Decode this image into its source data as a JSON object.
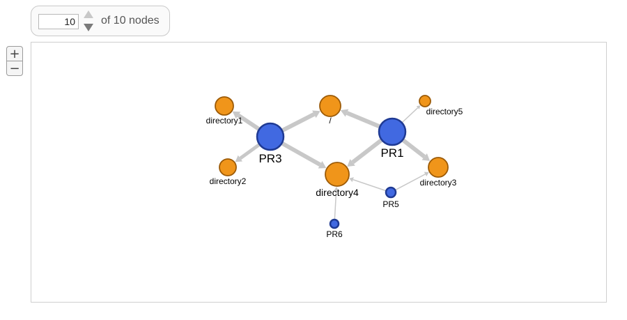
{
  "controls": {
    "node_count_value": "10",
    "node_count_suffix": "of 10 nodes",
    "zoom_in_symbol": "+",
    "zoom_out_symbol": "−"
  },
  "colors": {
    "pr_node": "#4169e1",
    "pr_stroke": "#1f3a93",
    "directory_node": "#f0951a",
    "directory_stroke": "#9c5a06",
    "edge": "#c8c8c8"
  },
  "graph": {
    "nodes": [
      {
        "id": "PR3",
        "label": "PR3",
        "kind": "pr"
      },
      {
        "id": "PR1",
        "label": "PR1",
        "kind": "pr"
      },
      {
        "id": "PR5",
        "label": "PR5",
        "kind": "pr"
      },
      {
        "id": "PR6",
        "label": "PR6",
        "kind": "pr"
      },
      {
        "id": "root",
        "label": "/",
        "kind": "directory"
      },
      {
        "id": "directory1",
        "label": "directory1",
        "kind": "directory"
      },
      {
        "id": "directory2",
        "label": "directory2",
        "kind": "directory"
      },
      {
        "id": "directory3",
        "label": "directory3",
        "kind": "directory"
      },
      {
        "id": "directory4",
        "label": "directory4",
        "kind": "directory"
      },
      {
        "id": "directory5",
        "label": "directory5",
        "kind": "directory"
      }
    ],
    "edges": [
      {
        "source": "PR3",
        "target": "directory1"
      },
      {
        "source": "PR3",
        "target": "directory2"
      },
      {
        "source": "PR3",
        "target": "root"
      },
      {
        "source": "PR3",
        "target": "directory4"
      },
      {
        "source": "PR1",
        "target": "root"
      },
      {
        "source": "PR1",
        "target": "directory5"
      },
      {
        "source": "PR1",
        "target": "directory3"
      },
      {
        "source": "PR1",
        "target": "directory4"
      },
      {
        "source": "PR5",
        "target": "directory4"
      },
      {
        "source": "PR5",
        "target": "directory3"
      },
      {
        "source": "PR6",
        "target": "directory4"
      }
    ]
  }
}
